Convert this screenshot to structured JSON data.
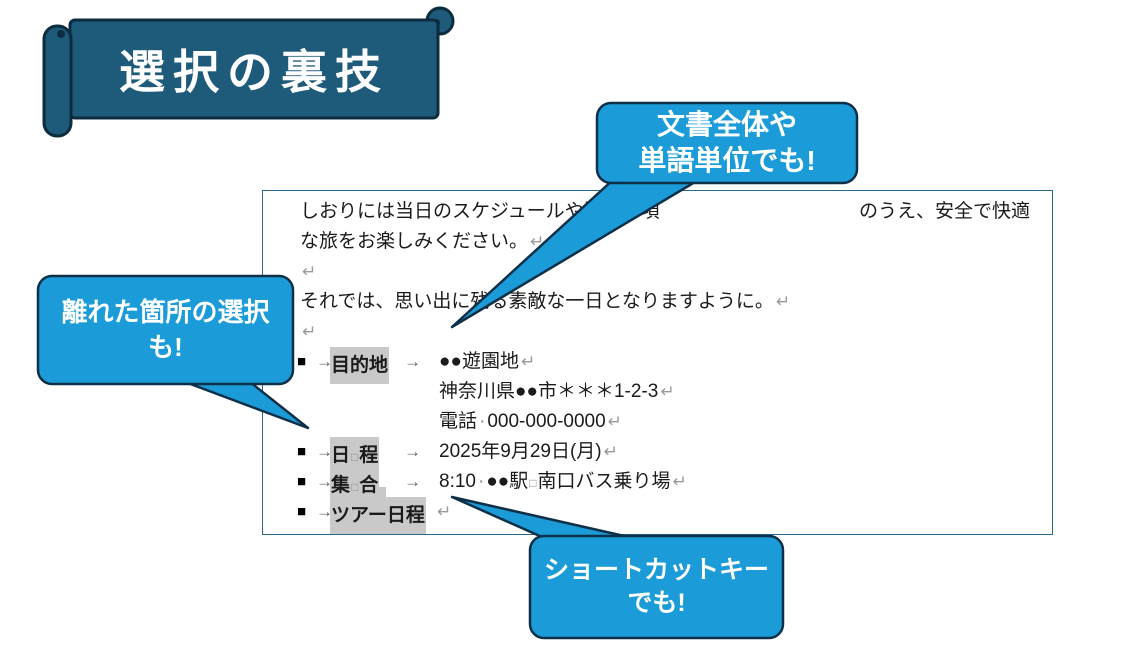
{
  "banner": {
    "title": "選択の裏技"
  },
  "callouts": {
    "top": {
      "line1": "文書全体や",
      "line2": "単語単位でも!"
    },
    "left": {
      "line1": "離れた箇所の選択",
      "line2": "も!"
    },
    "bottom": {
      "line1": "ショートカットキー",
      "line2": "でも!"
    }
  },
  "document": {
    "para1_left": "しおりには当日のスケジュールや注意事項",
    "para1_right": "のうえ、安全で快適",
    "para2": "な旅をお楽しみください。",
    "para4": "それでは、思い出に残る素敵な一日となりますように。",
    "rows": {
      "destination": {
        "label": "目的地",
        "value": "●●遊園地"
      },
      "address": "神奈川県●●市＊＊＊1-2-3",
      "phone": {
        "label": "電話",
        "value": "000-000-0000"
      },
      "date": {
        "label_a": "日",
        "label_b": "程",
        "value": "2025年9月29日(月)"
      },
      "meet": {
        "label_a": "集",
        "label_b": "合",
        "time": "8:10",
        "station": "●●駅",
        "place": "南口バス乗り場"
      },
      "tour": {
        "label": "ツアー日程"
      }
    },
    "marks": {
      "bullet": "■",
      "tab": "→",
      "return": "↵",
      "space": "□",
      "dot": "·"
    }
  },
  "colors": {
    "banner_fill": "#1E5A7A",
    "banner_border": "#0D2C3F",
    "bubble_fill": "#1B9CD8",
    "bubble_border": "#0D3048",
    "doc_border": "#26688E",
    "selection_highlight": "#C9C9C9"
  }
}
